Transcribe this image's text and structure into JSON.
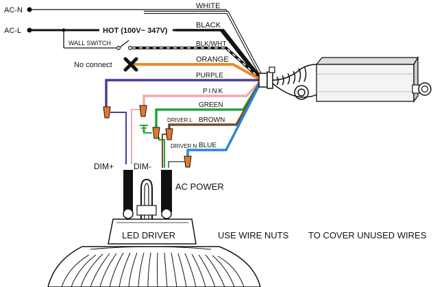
{
  "labels": {
    "ac_n": "AC-N",
    "ac_l": "AC-L",
    "hot": "HOT (100V~ 347V)",
    "wall_switch": "WALL SWITCH",
    "no_connect": "No connect",
    "dim_plus": "DIM+",
    "dim_minus": "DIM-",
    "ac_power": "AC POWER",
    "driver_l": "DRIVER L",
    "driver_n": "DRIVER N",
    "led_driver": "LED DRIVER",
    "note_left": "USE WIRE NUTS",
    "note_right": "TO COVER UNUSED WIRES"
  },
  "wires": [
    {
      "label": "WHITE",
      "color": "#ffffff"
    },
    {
      "label": "BLACK",
      "color": "#111111"
    },
    {
      "label": "BLK/WHT",
      "color": "#111111"
    },
    {
      "label": "ORANGE",
      "color": "#f08a24"
    },
    {
      "label": "PURPLE",
      "color": "#4b3a9a"
    },
    {
      "label": "PINK",
      "color": "#f2a7b4"
    },
    {
      "label": "GREEN",
      "color": "#27a33a"
    },
    {
      "label": "BROWN",
      "color": "#7a4a2a"
    },
    {
      "label": "BLUE",
      "color": "#2b86d8"
    }
  ],
  "colors": {
    "wire_nut": "#e07a2a",
    "no_connect_mark": "#111111"
  }
}
